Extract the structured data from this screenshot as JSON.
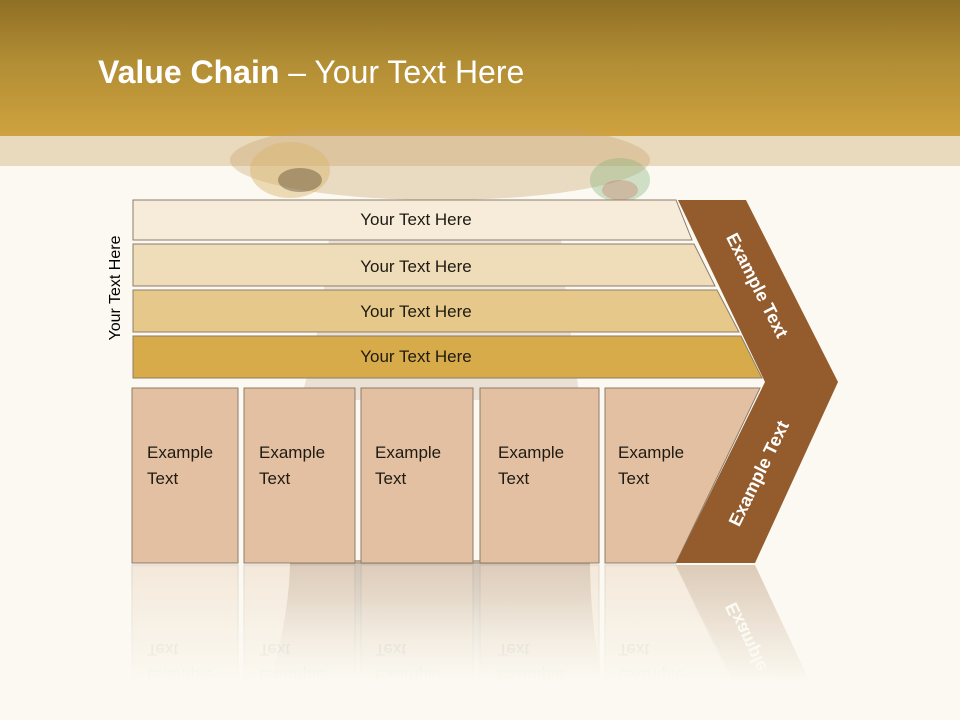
{
  "title": {
    "bold": "Value Chain",
    "rest": " – Your Text Here"
  },
  "side_label": "Your Text Here",
  "bars": [
    "Your Text Here",
    "Your Text Here",
    "Your Text Here",
    "Your Text Here"
  ],
  "boxes": [
    [
      "Example",
      "Text"
    ],
    [
      "Example",
      "Text"
    ],
    [
      "Example",
      "Text"
    ],
    [
      "Example",
      "Text"
    ],
    [
      "Example",
      "Text"
    ]
  ],
  "chevron_top_label": "Example Text",
  "chevron_bottom_label": "Example Text",
  "colors": {
    "header": "#b18d34",
    "stripe": "#e9d9bd",
    "bar1": "#f7ecda",
    "bar2": "#efdcb8",
    "bar3": "#e6c98a",
    "bar4": "#d7ab4a",
    "box": "#e3c0a2",
    "chevron": "#945c2d"
  }
}
